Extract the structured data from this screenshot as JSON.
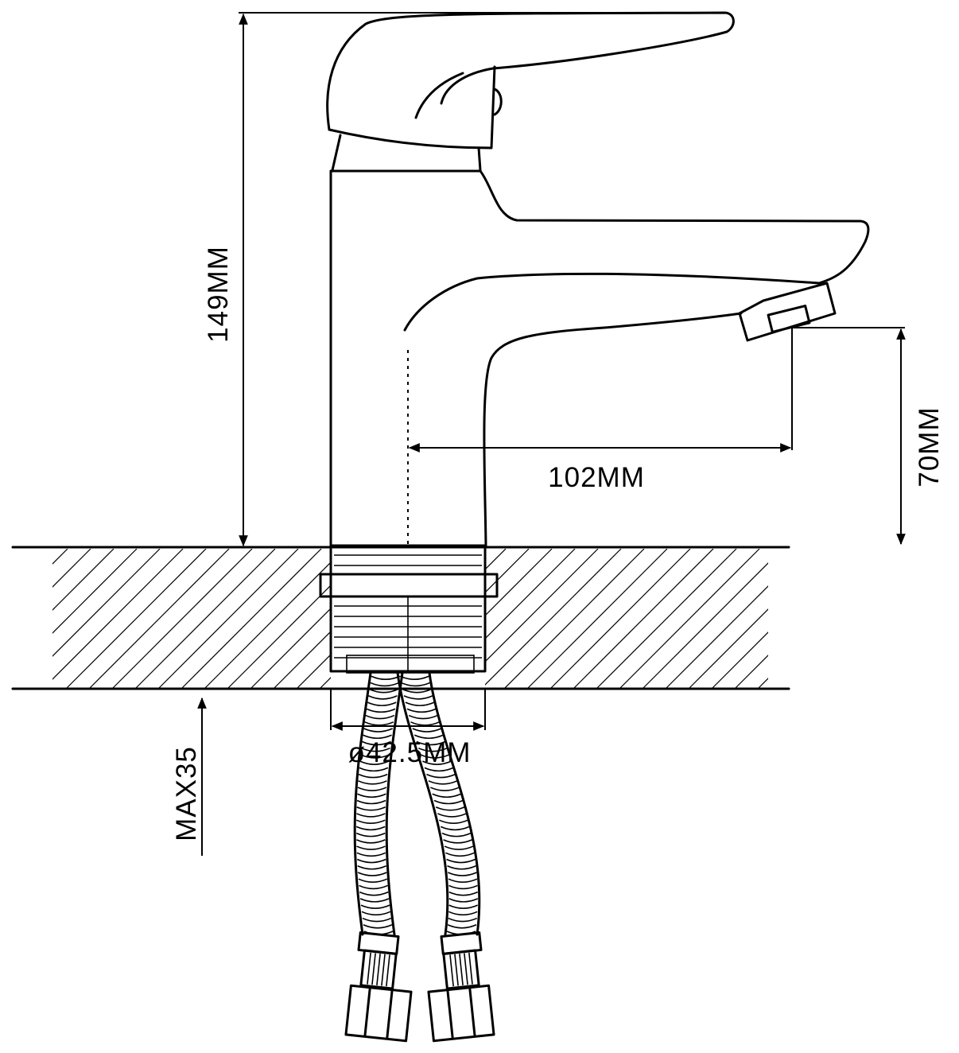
{
  "dimensions": {
    "height_total": "149MM",
    "spout_reach": "102MM",
    "spout_height": "70MM",
    "base_diameter": "42.5MM",
    "diameter_symbol": "ø",
    "max_thickness": "MAX35"
  }
}
